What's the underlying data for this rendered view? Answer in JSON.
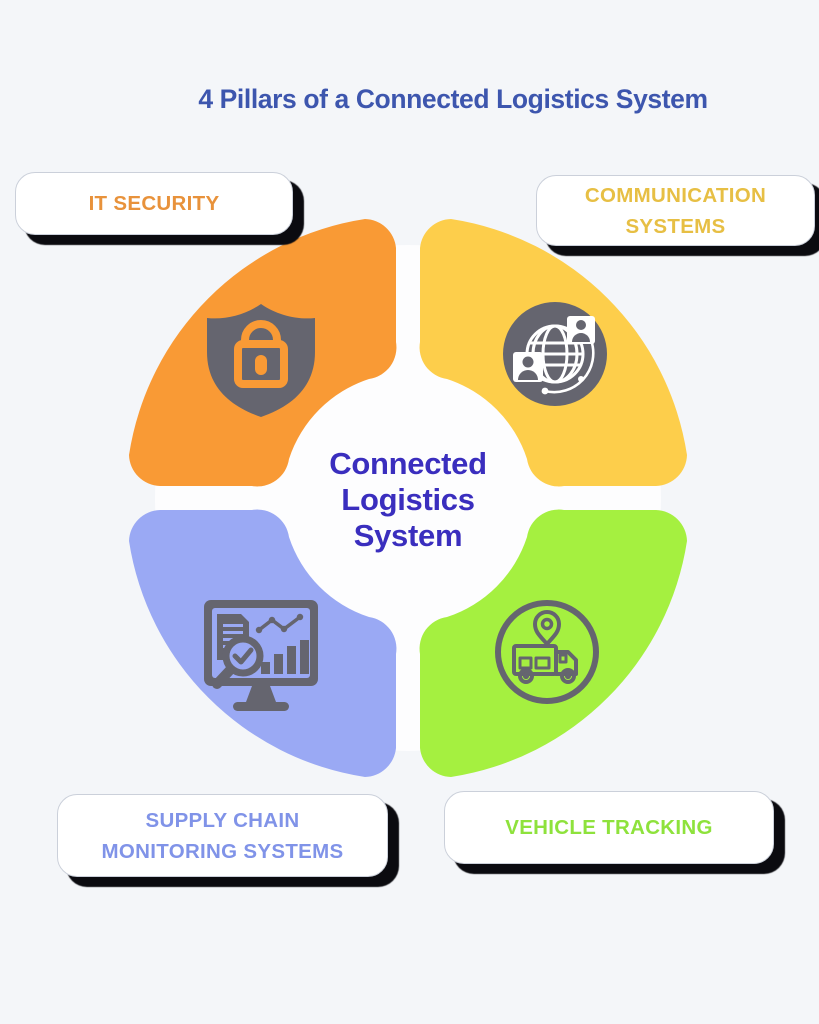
{
  "page": {
    "background_color": "#F4F6F9",
    "donut_backplate_color": "#FDFDFE",
    "icon_color": "#65656F",
    "pill_shadow_color": "#0B0B10"
  },
  "title": {
    "text": "4 Pillars of a Connected Logistics System",
    "color": "#3D56AE"
  },
  "center_label": {
    "lines": [
      "Connected",
      "Logistics",
      "System"
    ],
    "color": "#3A2EBE"
  },
  "pillars": [
    {
      "position": "top-left",
      "label_lines": [
        "IT SECURITY"
      ],
      "segment_color": "#F99A35",
      "label_color": "#E8923B",
      "icon": "shield-lock-icon"
    },
    {
      "position": "top-right",
      "label_lines": [
        "COMMUNICATION",
        "SYSTEMS"
      ],
      "segment_color": "#FDCE4B",
      "label_color": "#E7BF44",
      "icon": "global-communication-icon"
    },
    {
      "position": "bottom-left",
      "label_lines": [
        "SUPPLY CHAIN",
        "MONITORING SYSTEMS"
      ],
      "segment_color": "#9AA9F4",
      "label_color": "#8093E8",
      "icon": "analytics-monitor-icon"
    },
    {
      "position": "bottom-right",
      "label_lines": [
        "VEHICLE TRACKING"
      ],
      "segment_color": "#A5F040",
      "label_color": "#8EE23C",
      "icon": "truck-location-icon"
    }
  ]
}
